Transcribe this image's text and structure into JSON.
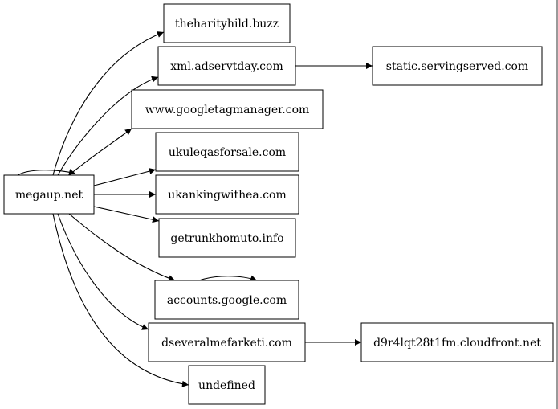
{
  "graph": {
    "nodes": [
      {
        "id": "megaup",
        "label": "megaup.net"
      },
      {
        "id": "theharityhild",
        "label": "theharityhild.buzz"
      },
      {
        "id": "xmladservtday",
        "label": "xml.adservtday.com"
      },
      {
        "id": "staticservingserved",
        "label": "static.servingserved.com"
      },
      {
        "id": "googletagmanager",
        "label": "www.googletagmanager.com"
      },
      {
        "id": "ukuleqasforsale",
        "label": "ukuleqasforsale.com"
      },
      {
        "id": "ukankingwithea",
        "label": "ukankingwithea.com"
      },
      {
        "id": "getrunkhomuto",
        "label": "getrunkhomuto.info"
      },
      {
        "id": "accountsgoogle",
        "label": "accounts.google.com"
      },
      {
        "id": "dseveralmefarketi",
        "label": "dseveralmefarketi.com"
      },
      {
        "id": "cloudfront",
        "label": "d9r4lqt28t1fm.cloudfront.net"
      },
      {
        "id": "undefined",
        "label": "undefined"
      }
    ],
    "edges": [
      {
        "from": "megaup",
        "to": "megaup"
      },
      {
        "from": "megaup",
        "to": "theharityhild"
      },
      {
        "from": "megaup",
        "to": "xmladservtday"
      },
      {
        "from": "xmladservtday",
        "to": "staticservingserved"
      },
      {
        "from": "megaup",
        "to": "googletagmanager"
      },
      {
        "from": "megaup",
        "to": "ukuleqasforsale"
      },
      {
        "from": "megaup",
        "to": "ukankingwithea"
      },
      {
        "from": "megaup",
        "to": "getrunkhomuto"
      },
      {
        "from": "megaup",
        "to": "accountsgoogle"
      },
      {
        "from": "accountsgoogle",
        "to": "accountsgoogle"
      },
      {
        "from": "megaup",
        "to": "dseveralmefarketi"
      },
      {
        "from": "dseveralmefarketi",
        "to": "cloudfront"
      },
      {
        "from": "megaup",
        "to": "undefined"
      }
    ]
  }
}
